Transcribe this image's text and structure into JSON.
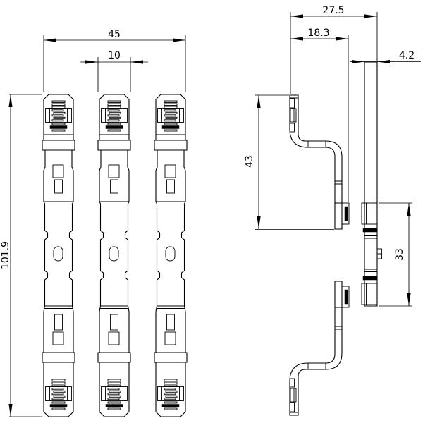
{
  "dimensions": {
    "total_width": "45",
    "pole_width": "10",
    "total_height": "101.9",
    "depth_total": "27.5",
    "depth_bracket": "18.3",
    "bar_thickness": "4.2",
    "bracket_height": "43",
    "clip_span": "33"
  },
  "colors": {
    "line": "#000000",
    "background": "#ffffff"
  }
}
